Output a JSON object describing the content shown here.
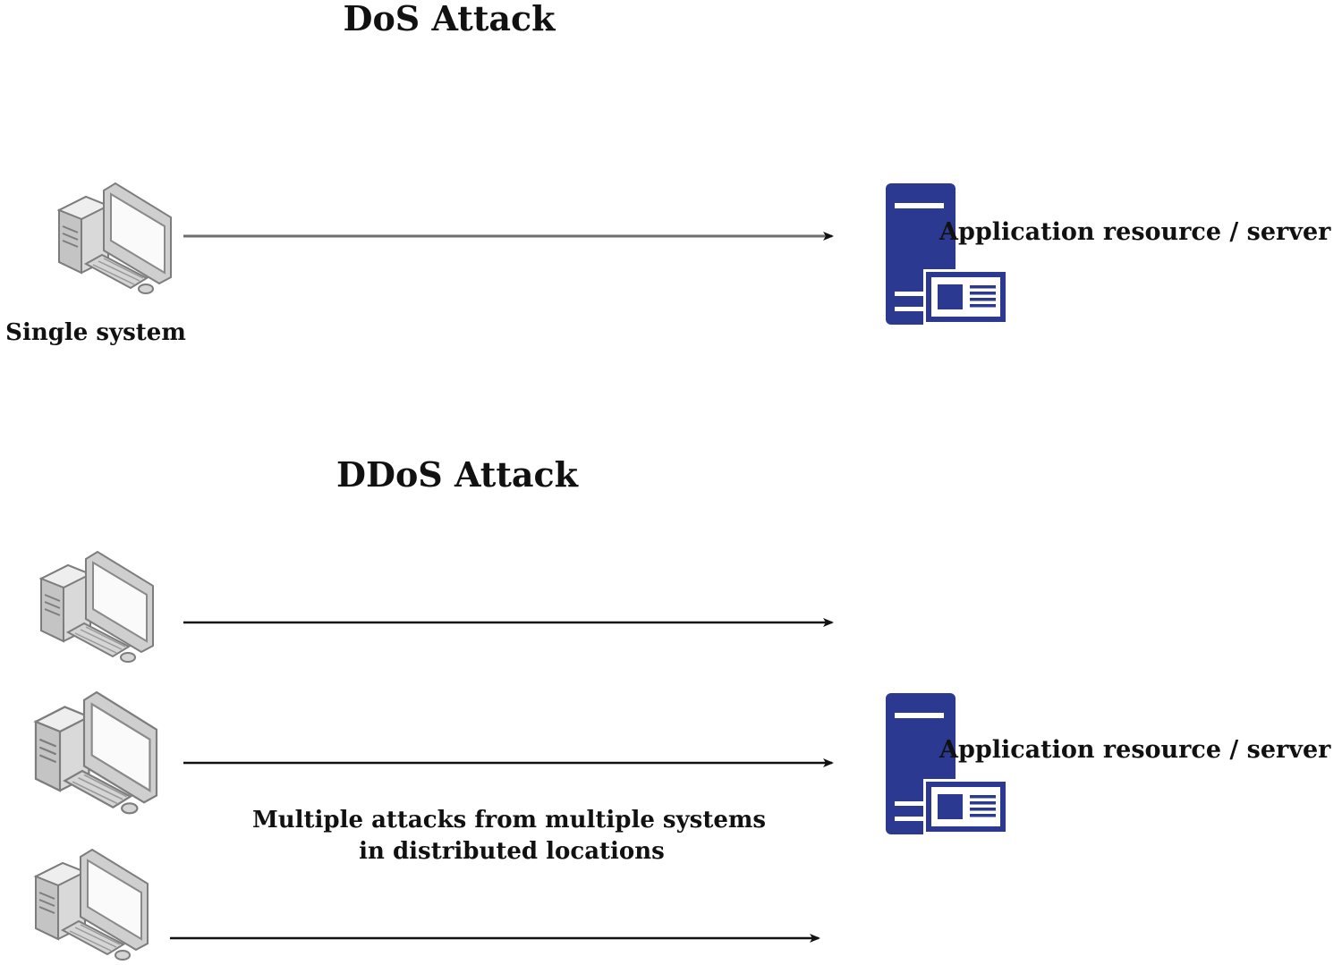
{
  "dos": {
    "title": "DoS Attack",
    "source_label": "Single system",
    "target_label": "Application resource / server"
  },
  "ddos": {
    "title": "DDoS Attack",
    "description_line1": "Multiple attacks from multiple systems",
    "description_line2": "in distributed locations",
    "target_label": "Application resource / server"
  },
  "colors": {
    "server": "#2b3990",
    "computer_body": "#d7d7d7",
    "computer_outline": "#7d7d7d",
    "text": "#111111"
  },
  "icons": {
    "computer": "desktop-computer-icon",
    "server": "application-server-icon"
  }
}
